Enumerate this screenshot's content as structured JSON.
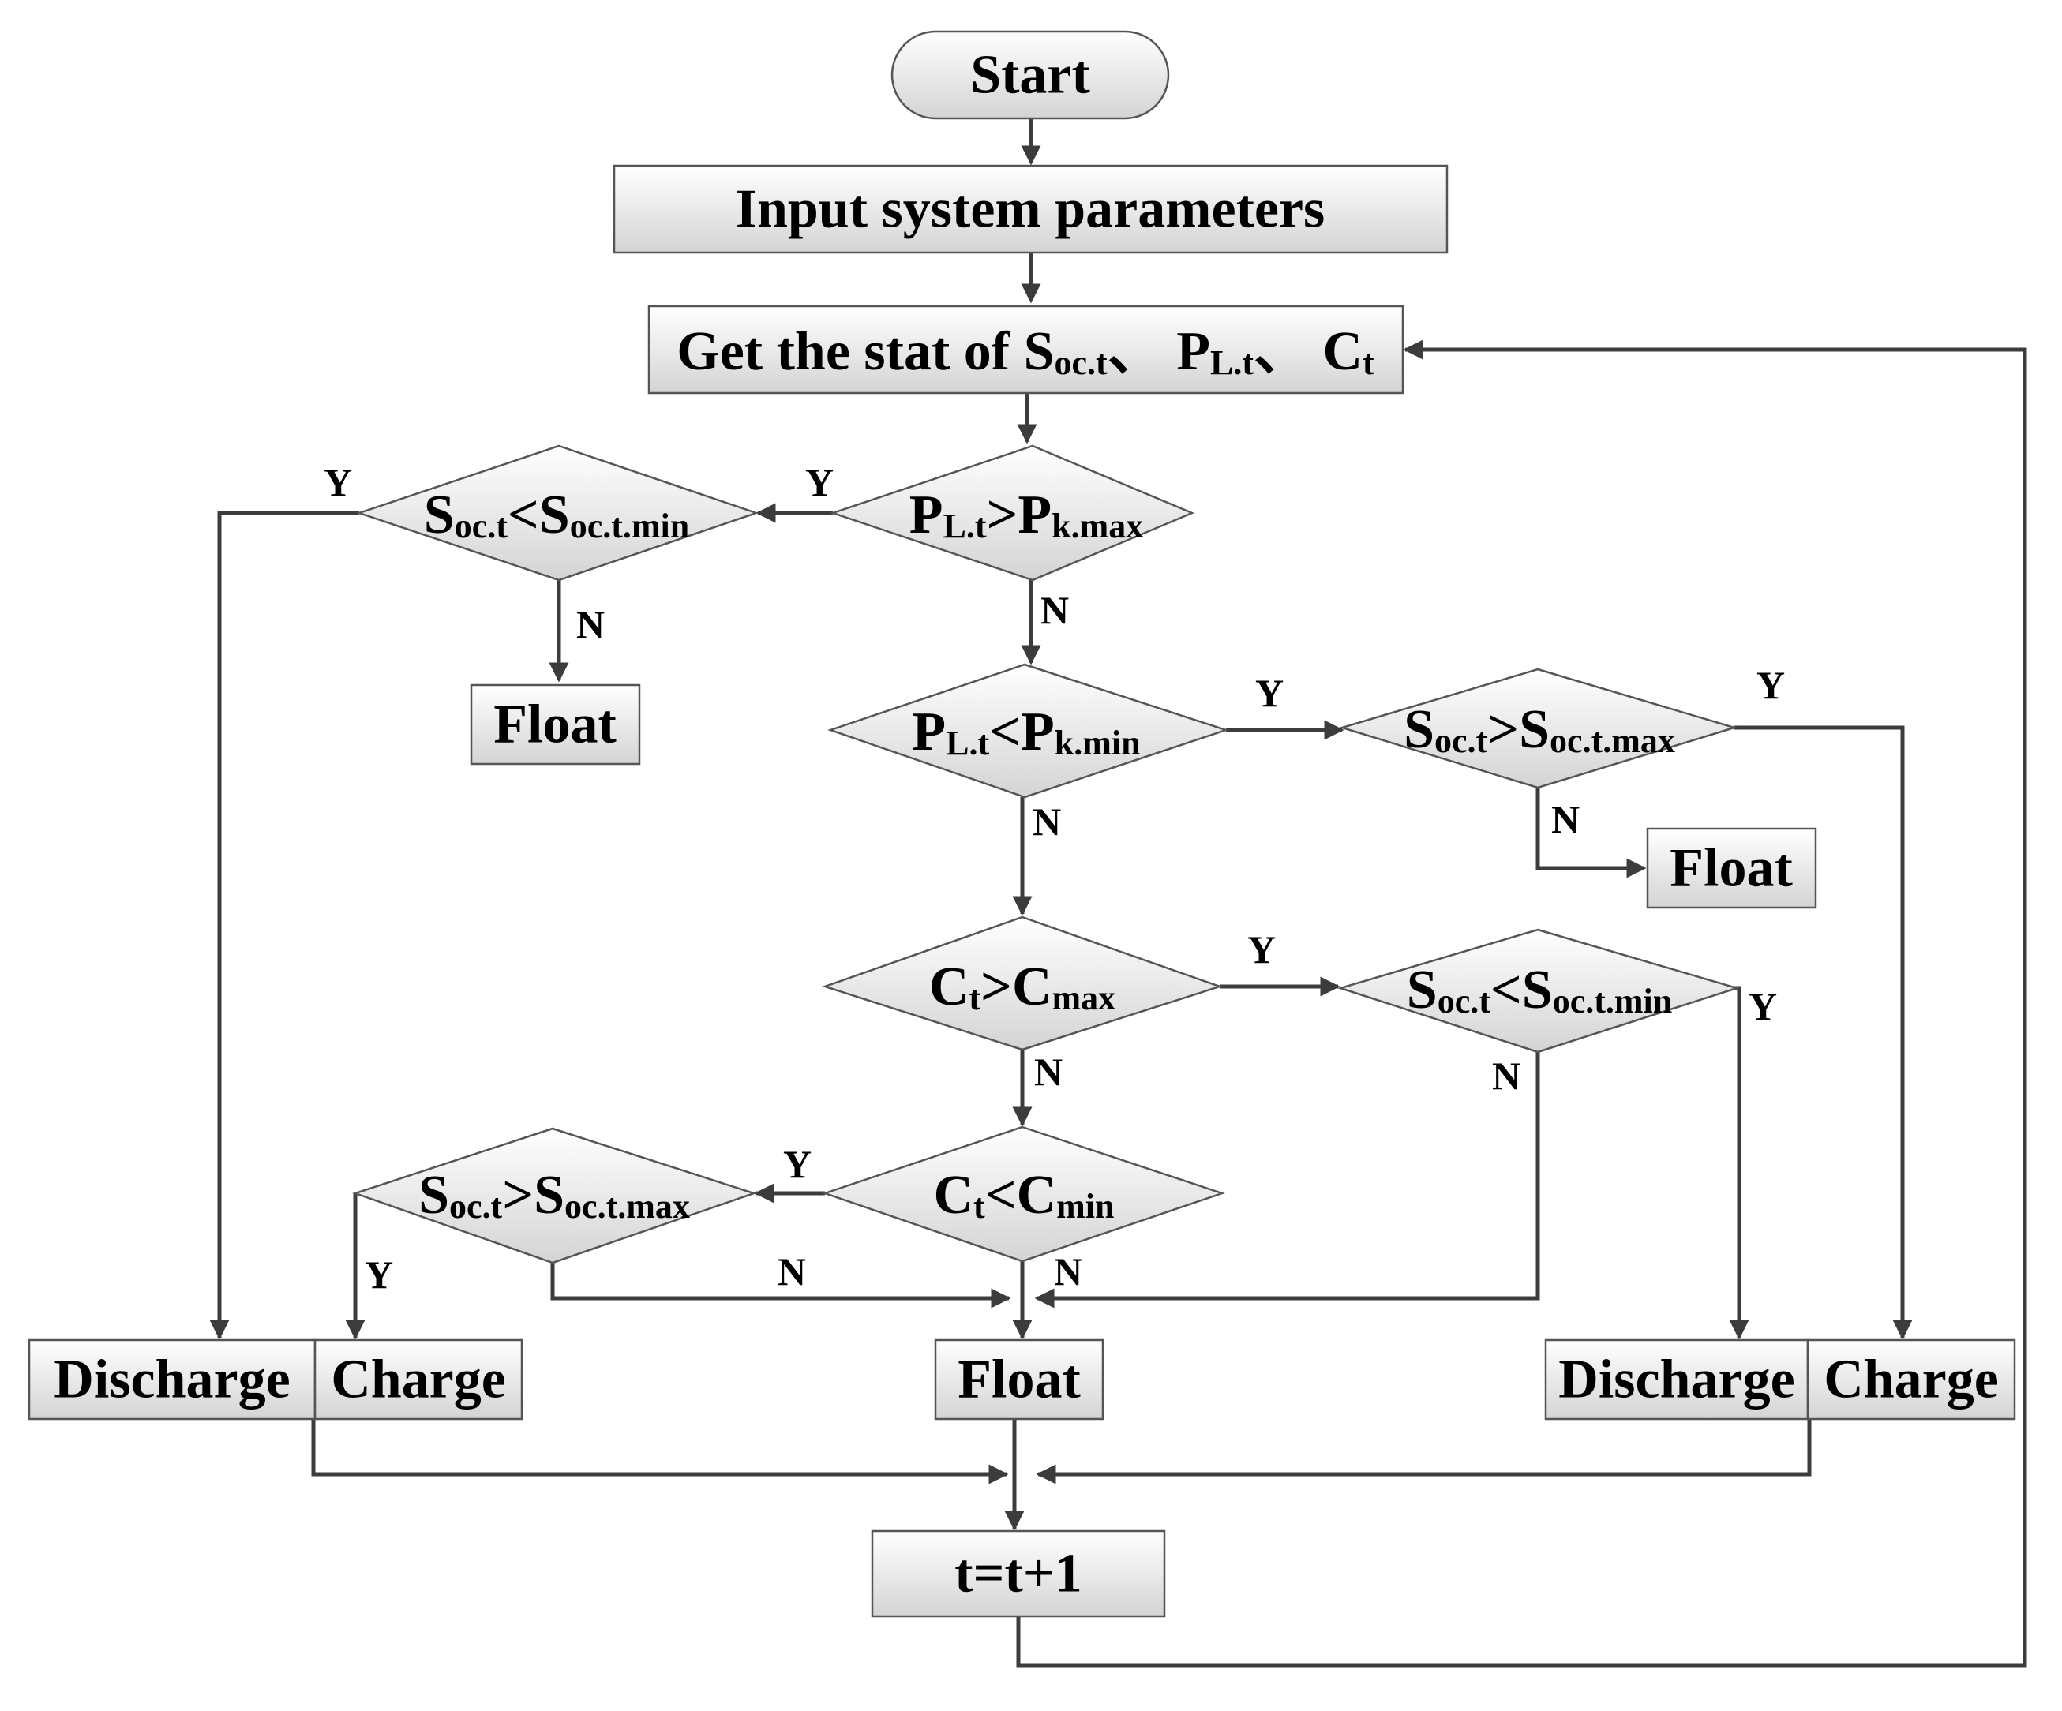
{
  "colors": {
    "shape_fill_top": "#ffffff",
    "shape_fill_bottom": "#d4d4d4",
    "line": "#3c3c3c"
  },
  "nodes": {
    "start": {
      "label": "Start"
    },
    "input": {
      "label": "Input system parameters"
    },
    "get_state": {
      "label": "Get the stat of ",
      "v1": "S",
      "v1_sub": "oc.t",
      "sep1": "、 ",
      "v2": "P",
      "v2_sub": "L.t",
      "sep2": "、 ",
      "v3": "C",
      "v3_sub": "t"
    },
    "d_pl_gt_pkmax": {
      "a": "P",
      "a_sub": "L.t",
      "op": ">",
      "b": "P",
      "b_sub": "k.max"
    },
    "d_soc_lt_min_left": {
      "a": "S",
      "a_sub": "oc.t",
      "op": "<",
      "b": "S",
      "b_sub": "oc.t.min"
    },
    "float_left": {
      "label": "Float"
    },
    "d_pl_lt_pkmin": {
      "a": "P",
      "a_sub": "L.t",
      "op": "<",
      "b": "P",
      "b_sub": "k.min"
    },
    "d_soc_gt_max_right": {
      "a": "S",
      "a_sub": "oc.t",
      "op": ">",
      "b": "S",
      "b_sub": "oc.t.max"
    },
    "float_right": {
      "label": "Float"
    },
    "d_ct_gt_cmax": {
      "a": "C",
      "a_sub": "t",
      "op": ">",
      "b": "C",
      "b_sub": "max"
    },
    "d_soc_lt_min_right": {
      "a": "S",
      "a_sub": "oc.t",
      "op": "<",
      "b": "S",
      "b_sub": "oc.t.min"
    },
    "d_ct_lt_cmin": {
      "a": "C",
      "a_sub": "t",
      "op": "<",
      "b": "C",
      "b_sub": "min"
    },
    "d_soc_gt_max_left": {
      "a": "S",
      "a_sub": "oc.t",
      "op": ">",
      "b": "S",
      "b_sub": "oc.t.max"
    },
    "discharge_left": {
      "label": "Discharge"
    },
    "charge_left": {
      "label": "Charge"
    },
    "float_center": {
      "label": "Float"
    },
    "discharge_right": {
      "label": "Discharge"
    },
    "charge_right": {
      "label": "Charge"
    },
    "increment": {
      "label": "t=t+1"
    }
  },
  "edge_labels": {
    "y1": "Y",
    "y2": "Y",
    "n1": "N",
    "n2": "N",
    "y3": "Y",
    "y4": "Y",
    "n3": "N",
    "n4": "N",
    "y5": "Y",
    "y6": "Y",
    "n5": "N",
    "n6": "N",
    "y7": "Y",
    "y8": "Y",
    "n7": "N",
    "n8": "N"
  }
}
